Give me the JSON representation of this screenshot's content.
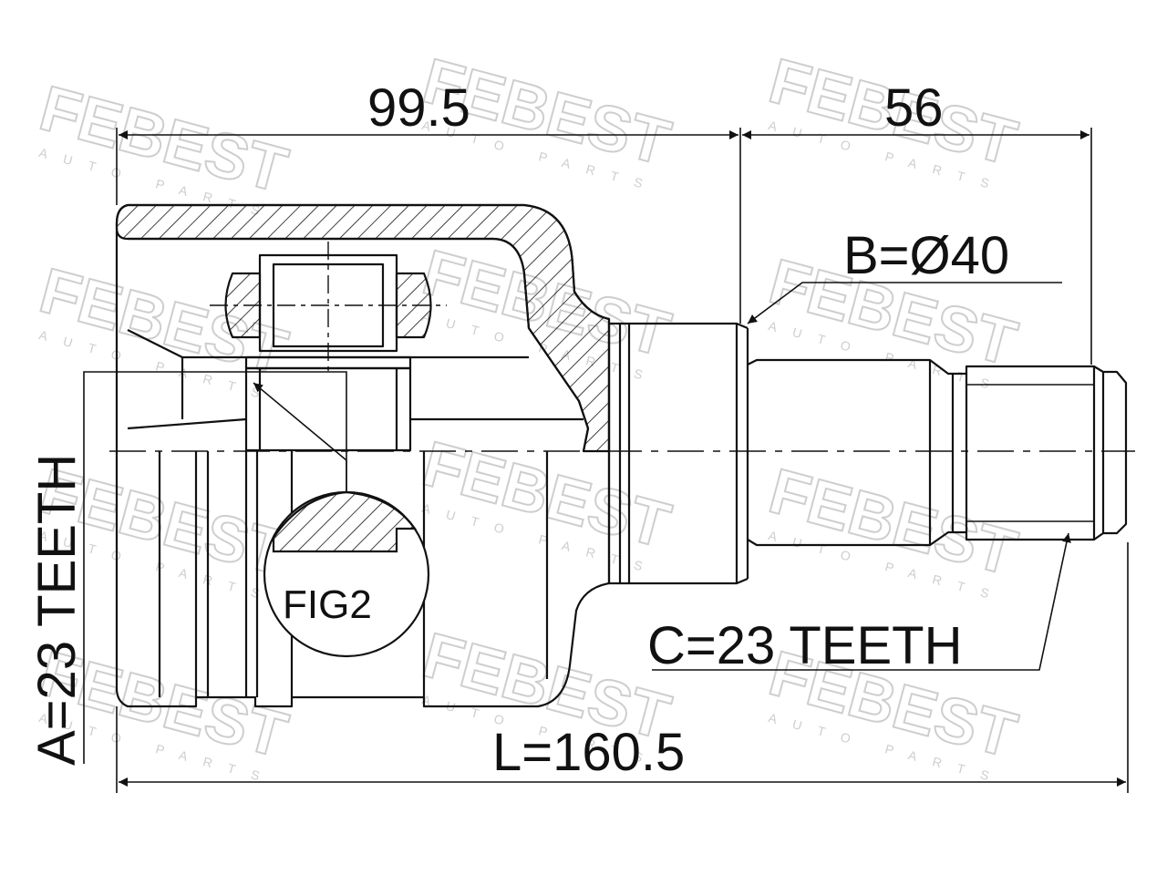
{
  "watermark": {
    "brand": "FEBEST",
    "sub": "AUTO PARTS"
  },
  "dimensions": {
    "top_left": "99.5",
    "top_right": "56",
    "diameter": "B=Ø40",
    "teeth_outer": "C=23 TEETH",
    "teeth_inner": "A=23 TEETH",
    "length": "L=160.5"
  },
  "detail": {
    "label": "FIG2"
  },
  "colors": {
    "line": "#111111",
    "watermark": "#c9c9c9"
  }
}
